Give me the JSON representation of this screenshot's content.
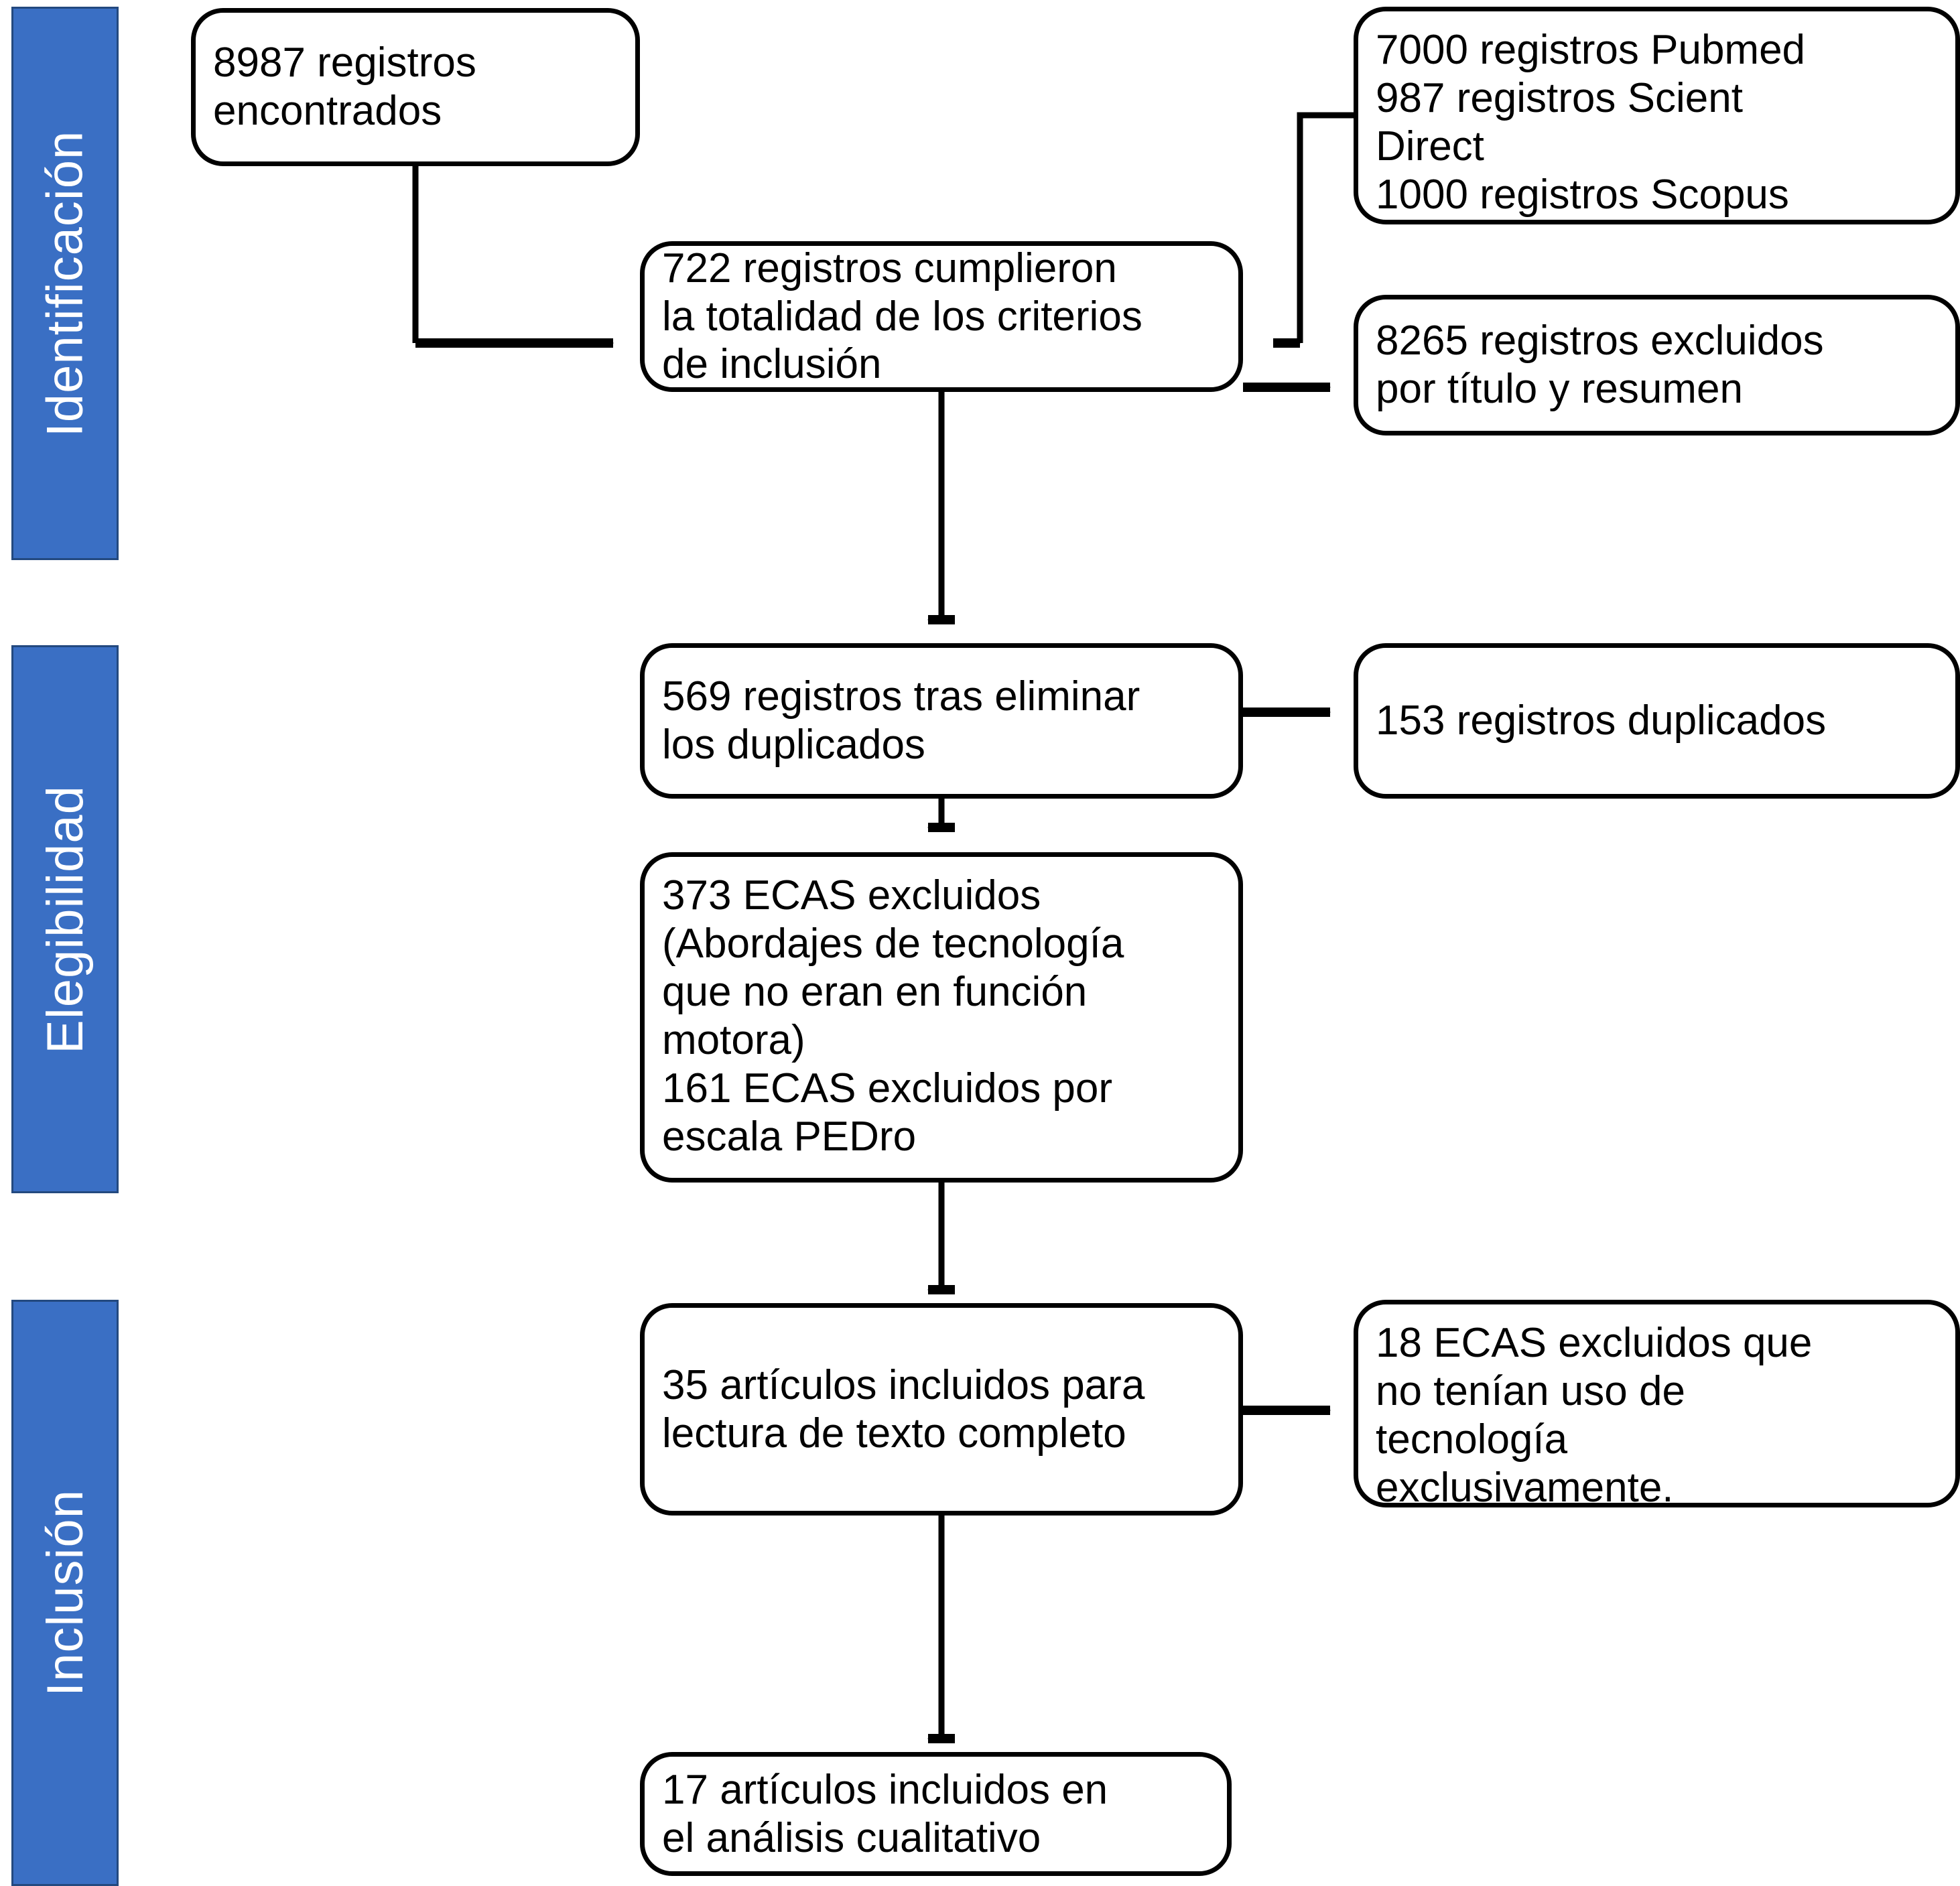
{
  "diagram": {
    "title": "Diagrama de flujo PRISMA",
    "accent_color": "#3a6fc4",
    "accent_border_color": "#23497f",
    "line_color": "#000000",
    "background_color": "#ffffff"
  },
  "stages": [
    {
      "id": "identificacion",
      "label": "Identificación"
    },
    {
      "id": "elegibilidad",
      "label": "Elegibilidad"
    },
    {
      "id": "inclusion",
      "label": "Inclusión"
    }
  ],
  "nodes": {
    "records_found": {
      "text": "8987 registros\nencontrados"
    },
    "sources": {
      "text": "7000 registros Pubmed\n987 registros Scient\nDirect\n1000 registros Scopus"
    },
    "criteria_met": {
      "text": "722 registros cumplieron\nla totalidad de los criterios\nde inclusión"
    },
    "excluded_title": {
      "text": "8265 registros excluidos\npor título y resumen"
    },
    "after_duplicates": {
      "text": "569 registros tras eliminar\nlos duplicados"
    },
    "duplicates": {
      "text": "153 registros duplicados"
    },
    "ecas_excluded": {
      "text": "373 ECAS excluidos\n(Abordajes de tecnología\nque no eran en función\nmotora)\n161 ECAS excluidos por\nescala PEDro"
    },
    "fulltext_included": {
      "text": "35 artículos incluidos para\nlectura de texto completo"
    },
    "no_tech_excluded": {
      "text": "18 ECAS excluidos que\nno tenían uso de\ntecnología\nexclusivamente."
    },
    "qualitative": {
      "text": "17 artículos incluidos en\nel análisis cualitativo"
    }
  },
  "chart_data": {
    "type": "diagram",
    "title": "Diagrama de flujo PRISMA",
    "stages": [
      "Identificación",
      "Elegibilidad",
      "Inclusión"
    ],
    "steps": [
      {
        "stage": "Identificación",
        "label": "8987 registros encontrados",
        "value": 8987
      },
      {
        "stage": "Identificación",
        "label": "7000 registros Pubmed",
        "value": 7000
      },
      {
        "stage": "Identificación",
        "label": "987 registros Scient Direct",
        "value": 987
      },
      {
        "stage": "Identificación",
        "label": "1000 registros Scopus",
        "value": 1000
      },
      {
        "stage": "Identificación",
        "label": "722 registros cumplieron la totalidad de los criterios de inclusión",
        "value": 722
      },
      {
        "stage": "Identificación",
        "label": "8265 registros excluidos por título y resumen",
        "value": 8265
      },
      {
        "stage": "Elegibilidad",
        "label": "569 registros tras eliminar los duplicados",
        "value": 569
      },
      {
        "stage": "Elegibilidad",
        "label": "153 registros duplicados",
        "value": 153
      },
      {
        "stage": "Elegibilidad",
        "label": "373 ECAS excluidos (Abordajes de tecnología que no eran en función motora)",
        "value": 373
      },
      {
        "stage": "Elegibilidad",
        "label": "161 ECAS excluidos por escala PEDro",
        "value": 161
      },
      {
        "stage": "Inclusión",
        "label": "35 artículos incluidos para lectura de texto completo",
        "value": 35
      },
      {
        "stage": "Inclusión",
        "label": "18 ECAS excluidos que no tenían uso de tecnología exclusivamente.",
        "value": 18
      },
      {
        "stage": "Inclusión",
        "label": "17 artículos incluidos en el análisis cualitativo",
        "value": 17
      }
    ],
    "edges": [
      {
        "from": "records_found",
        "to": "criteria_met"
      },
      {
        "from": "sources",
        "to": "criteria_met"
      },
      {
        "from": "criteria_met",
        "to": "excluded_title"
      },
      {
        "from": "criteria_met",
        "to": "after_duplicates"
      },
      {
        "from": "after_duplicates",
        "to": "duplicates"
      },
      {
        "from": "after_duplicates",
        "to": "ecas_excluded"
      },
      {
        "from": "ecas_excluded",
        "to": "fulltext_included"
      },
      {
        "from": "fulltext_included",
        "to": "no_tech_excluded"
      },
      {
        "from": "fulltext_included",
        "to": "qualitative"
      }
    ]
  }
}
